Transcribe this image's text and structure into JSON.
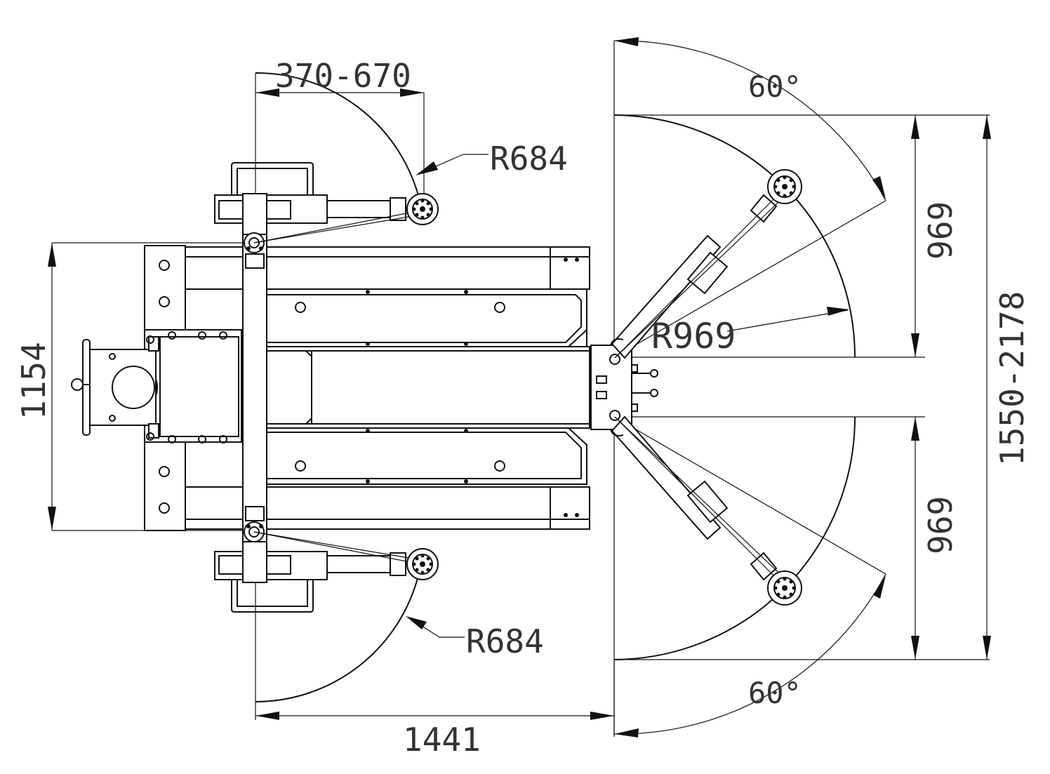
{
  "dimensions": {
    "top_adjust": "370-670",
    "upper_arm_radius": "R684",
    "lower_arm_radius": "R684",
    "overall_width": "1154",
    "base_length": "1441",
    "long_arm_radius": "R969",
    "upper_angle": "60°",
    "lower_angle": "60°",
    "upper_reach": "969",
    "lower_reach": "969",
    "total_span": "1550-2178"
  }
}
